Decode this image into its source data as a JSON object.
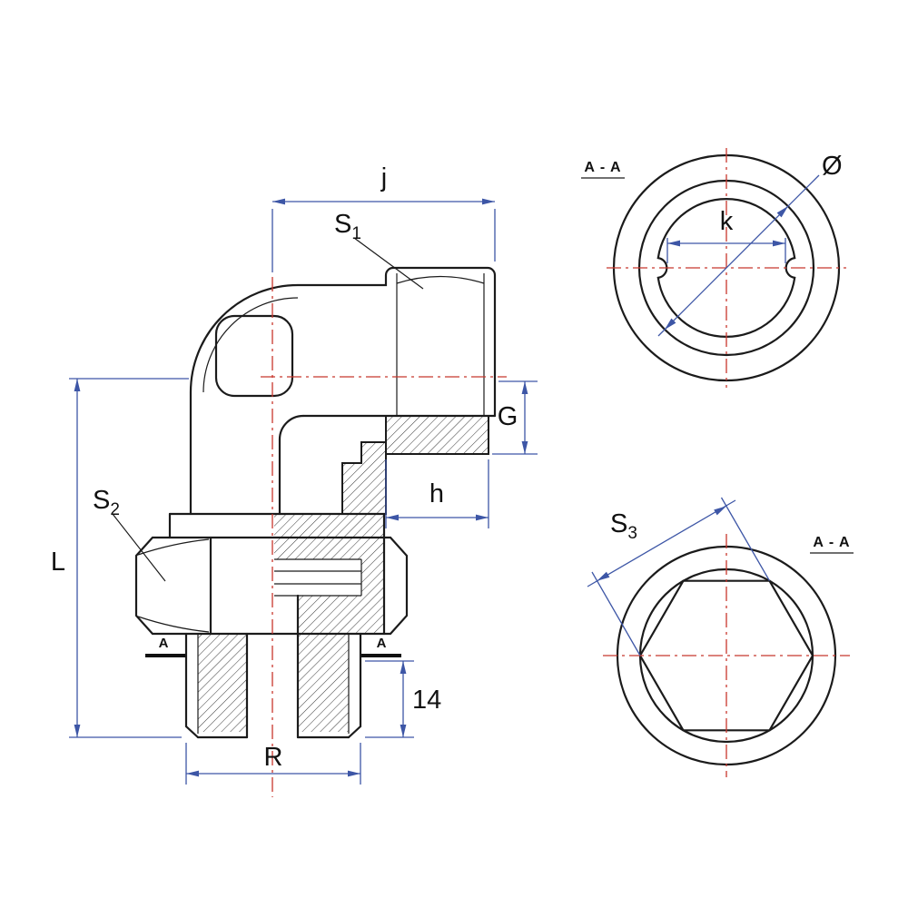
{
  "colors": {
    "outline": "#1b1b1b",
    "dimension_blue": "#3d56a6",
    "centerline_red": "#c8372d",
    "background": "#ffffff"
  },
  "main_view": {
    "dim_j": "j",
    "dim_G": "G",
    "dim_h": "h",
    "dim_L": "L",
    "dim_14": "14",
    "dim_R": "R",
    "label_S1_base": "S",
    "label_S1_sub": "1",
    "label_S2_base": "S",
    "label_S2_sub": "2",
    "section_marker": "A"
  },
  "top_section_view": {
    "title": "A - A",
    "label_diameter": "Ø",
    "dim_k": "k"
  },
  "bottom_section_view": {
    "title": "A - A",
    "label_S3_base": "S",
    "label_S3_sub": "3"
  }
}
